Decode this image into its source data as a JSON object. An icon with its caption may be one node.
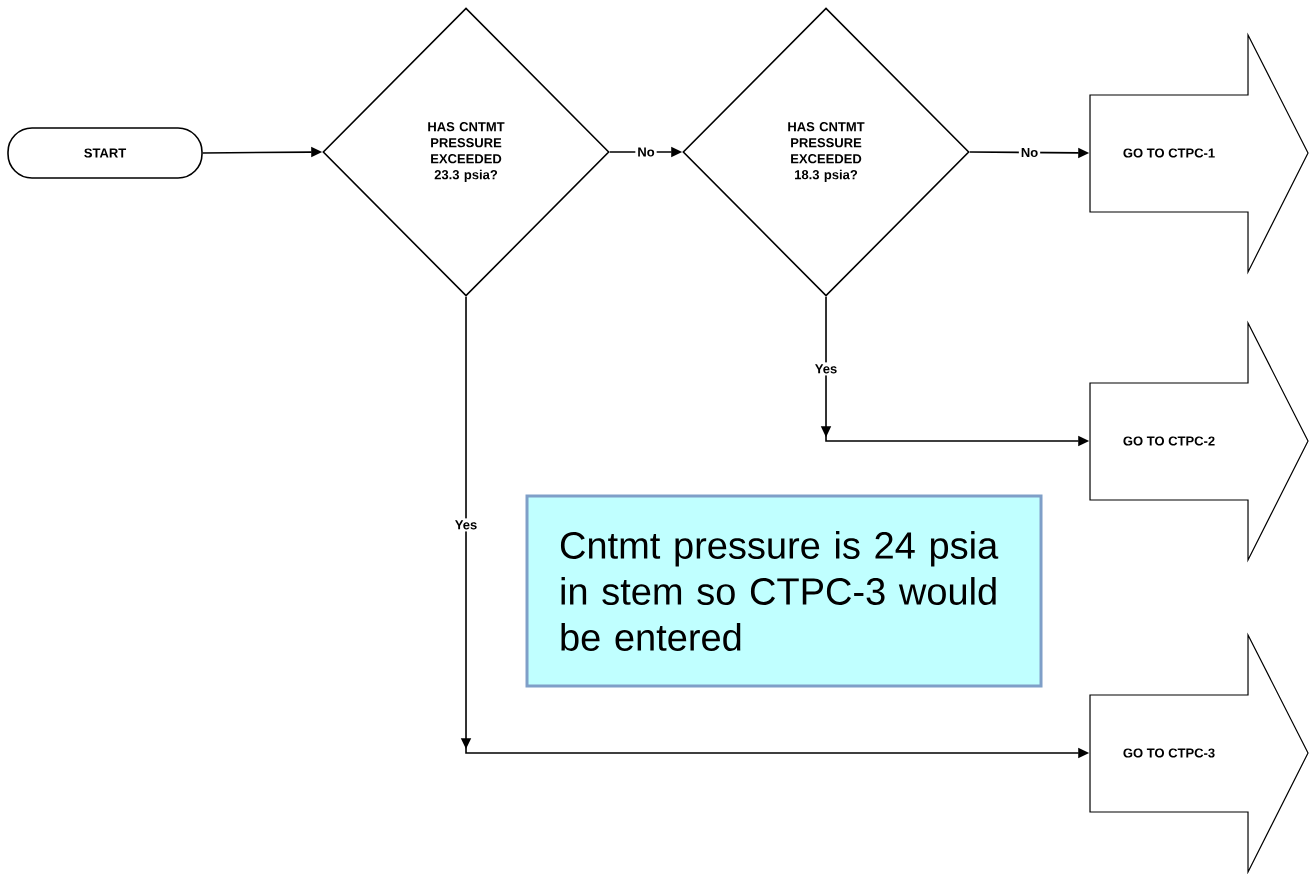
{
  "diagram": {
    "nodes": [
      {
        "text": [
          "START"
        ]
      },
      {
        "text": [
          "HAS CNTMT PRESSURE EXCEEDED 23.3 psia?"
        ]
      },
      {
        "text": [
          "HAS CNTMT PRESSURE EXCEEDED 18.3 psia?"
        ]
      },
      {
        "text": [
          "GO TO CTPC-1"
        ]
      },
      {
        "text": [
          "GO TO CTPC-2"
        ]
      },
      {
        "text": [
          "GO TO CTPC-3"
        ]
      },
      {
        "text": [
          "Cntmt pressure is 24 psia in stem so CTPC-3 would be entered"
        ]
      }
    ],
    "edges": [
      {
        "from": 0,
        "to": 1,
        "arrow": "to"
      },
      {
        "from": 1,
        "to": 2,
        "arrow": "to",
        "label": "No"
      },
      {
        "from": 2,
        "to": 3,
        "arrow": "to",
        "label": "No"
      },
      {
        "from": 2,
        "to": 4,
        "arrow": "to",
        "label": "Yes"
      },
      {
        "from": 1,
        "to": 5,
        "arrow": "to",
        "label": "Yes"
      }
    ]
  }
}
